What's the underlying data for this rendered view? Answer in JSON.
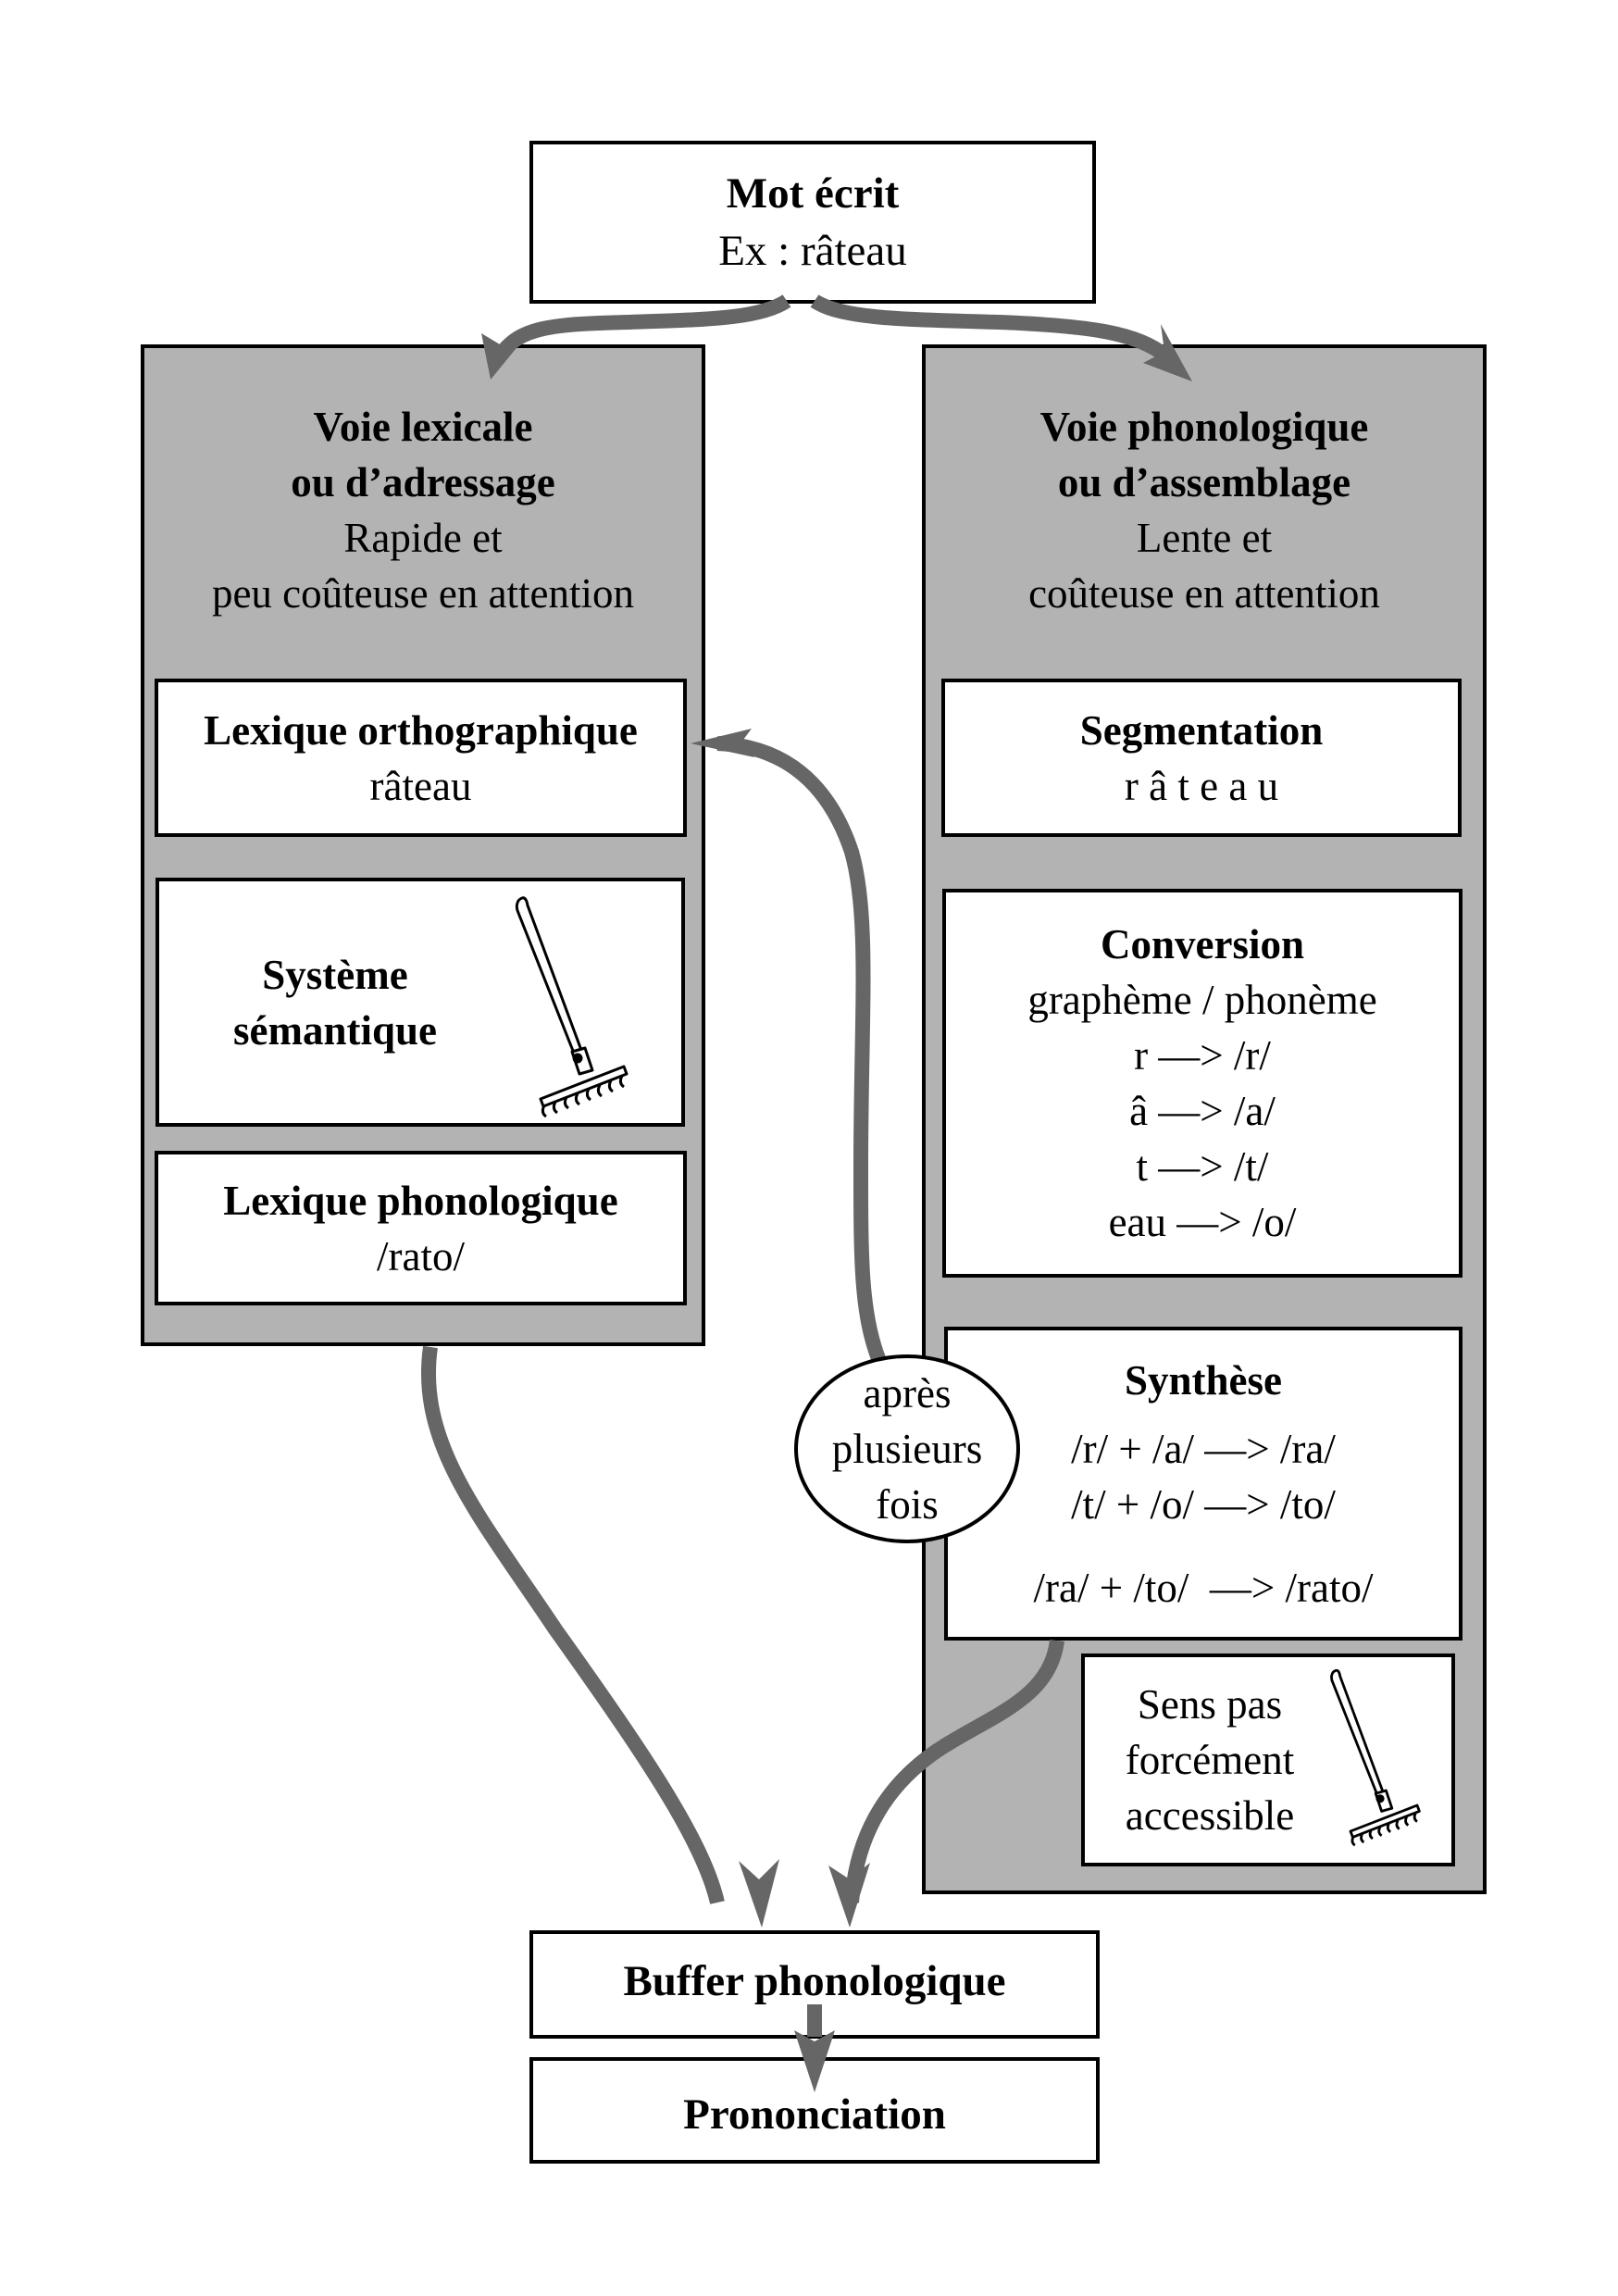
{
  "input": {
    "title": "Mot écrit",
    "example": "Ex : râteau"
  },
  "lexical_route": {
    "title_line1": "Voie lexicale",
    "title_line2": "ou d’adressage",
    "desc_line1": "Rapide et",
    "desc_line2": "peu coûteuse en attention",
    "modules": {
      "orthographic_lexicon": {
        "title": "Lexique orthographique",
        "value": "râteau"
      },
      "semantic_system": {
        "title_line1": "Système",
        "title_line2": "sémantique",
        "icon": "rake-icon"
      },
      "phonological_lexicon": {
        "title": "Lexique phonologique",
        "value": "/rato/"
      }
    }
  },
  "phonological_route": {
    "title_line1": "Voie phonologique",
    "title_line2": "ou d’assemblage",
    "desc_line1": "Lente et",
    "desc_line2": "coûteuse en attention",
    "modules": {
      "segmentation": {
        "title": "Segmentation",
        "value": "r â t e a u"
      },
      "conversion": {
        "title": "Conversion",
        "subtitle": "graphème / phonème",
        "rules": [
          "r —> /r/",
          "â —> /a/",
          "t —> /t/",
          "eau —> /o/"
        ]
      },
      "synthesis": {
        "title": "Synthèse",
        "steps": [
          "/r/ + /a/ —> /ra/",
          "/t/ + /o/ —> /to/"
        ],
        "result": "/ra/ + /to/  —> /rato/"
      },
      "meaning_note": {
        "line1": "Sens pas",
        "line2": "forcément",
        "line3": "accessible",
        "icon": "rake-icon"
      }
    }
  },
  "learning_note": {
    "line1": "après",
    "line2": "plusieurs",
    "line3": "fois"
  },
  "output": {
    "buffer": "Buffer phonologique",
    "pronunciation": "Prononciation"
  },
  "colors": {
    "panel_fill": "#b3b3b3",
    "arrow": "#666666",
    "border": "#000000",
    "box_fill": "#ffffff"
  }
}
